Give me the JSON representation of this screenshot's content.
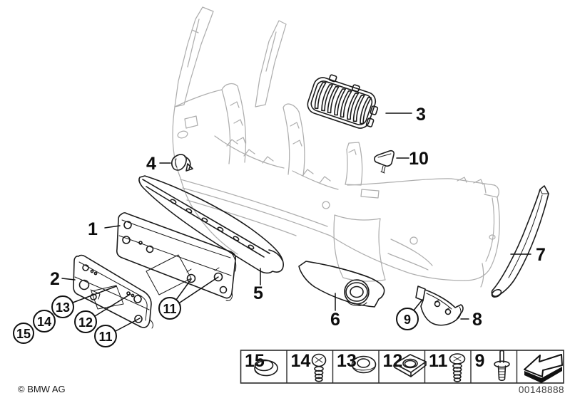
{
  "diagram": {
    "copyright": "© BMW AG",
    "number": "00148888",
    "subject": "front bumper trim parts"
  },
  "callouts": {
    "c1": "1",
    "c2": "2",
    "c3": "3",
    "c4": "4",
    "c5": "5",
    "c6": "6",
    "c7": "7",
    "c8": "8",
    "c9": "9",
    "c10": "10",
    "c11": "11",
    "c12": "12",
    "c13": "13",
    "c14": "14",
    "c15": "15"
  },
  "legend": {
    "items": [
      {
        "number": "15",
        "icon": "grommet-cap-icon"
      },
      {
        "number": "14",
        "icon": "phillips-pan-head-screw-icon"
      },
      {
        "number": "13",
        "icon": "flat-washer-icon"
      },
      {
        "number": "12",
        "icon": "square-nut-icon"
      },
      {
        "number": "11",
        "icon": "phillips-oval-head-screw-icon"
      },
      {
        "number": "9",
        "icon": "expansion-rivet-icon"
      },
      {
        "number": "",
        "icon": "direction-arrow-icon"
      }
    ]
  },
  "colors": {
    "background": "#ffffff",
    "part_line": "#1b1b1b",
    "context_line": "#aeaeae",
    "text": "#0d0d0d"
  }
}
